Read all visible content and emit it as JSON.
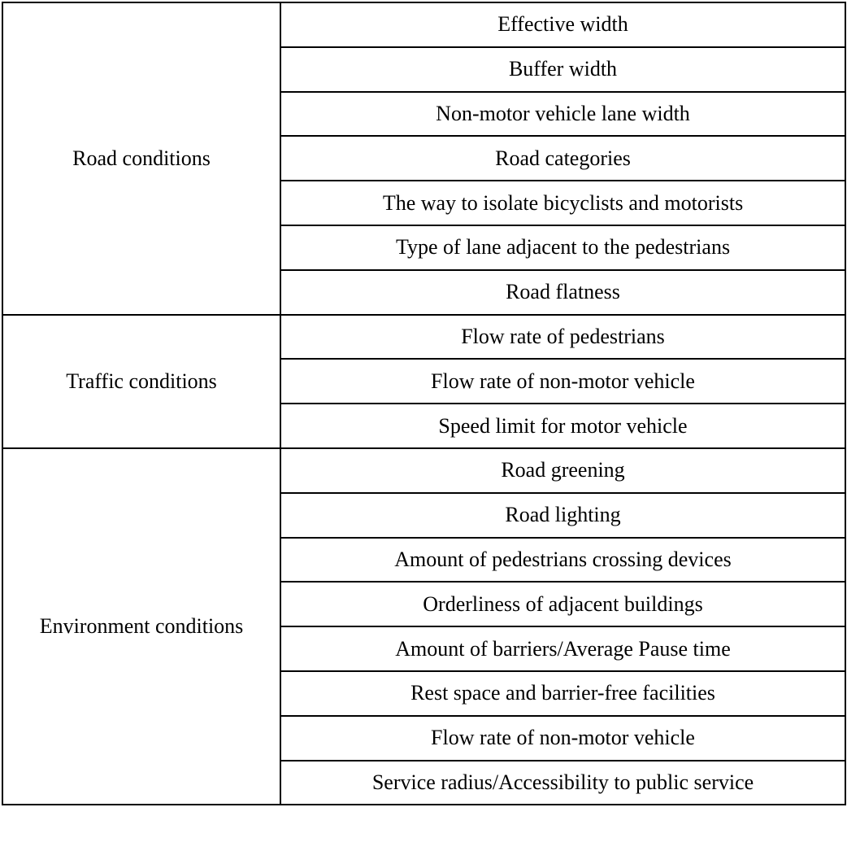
{
  "groups": [
    {
      "category": "Road conditions",
      "items": [
        "Effective width",
        "Buffer width",
        "Non-motor vehicle lane width",
        "Road categories",
        "The way to isolate bicyclists and motorists",
        "Type of lane adjacent to the pedestrians",
        "Road flatness"
      ]
    },
    {
      "category": "Traffic conditions",
      "items": [
        "Flow rate of pedestrians",
        "Flow rate of non-motor vehicle",
        "Speed limit for motor vehicle"
      ]
    },
    {
      "category": "Environment conditions",
      "items": [
        "Road greening",
        "Road lighting",
        "Amount of pedestrians crossing devices",
        "Orderliness of adjacent buildings",
        "Amount of barriers/Average Pause time",
        "Rest space and barrier-free facilities",
        "Flow rate of non-motor vehicle",
        "Service radius/Accessibility to public service"
      ]
    }
  ]
}
